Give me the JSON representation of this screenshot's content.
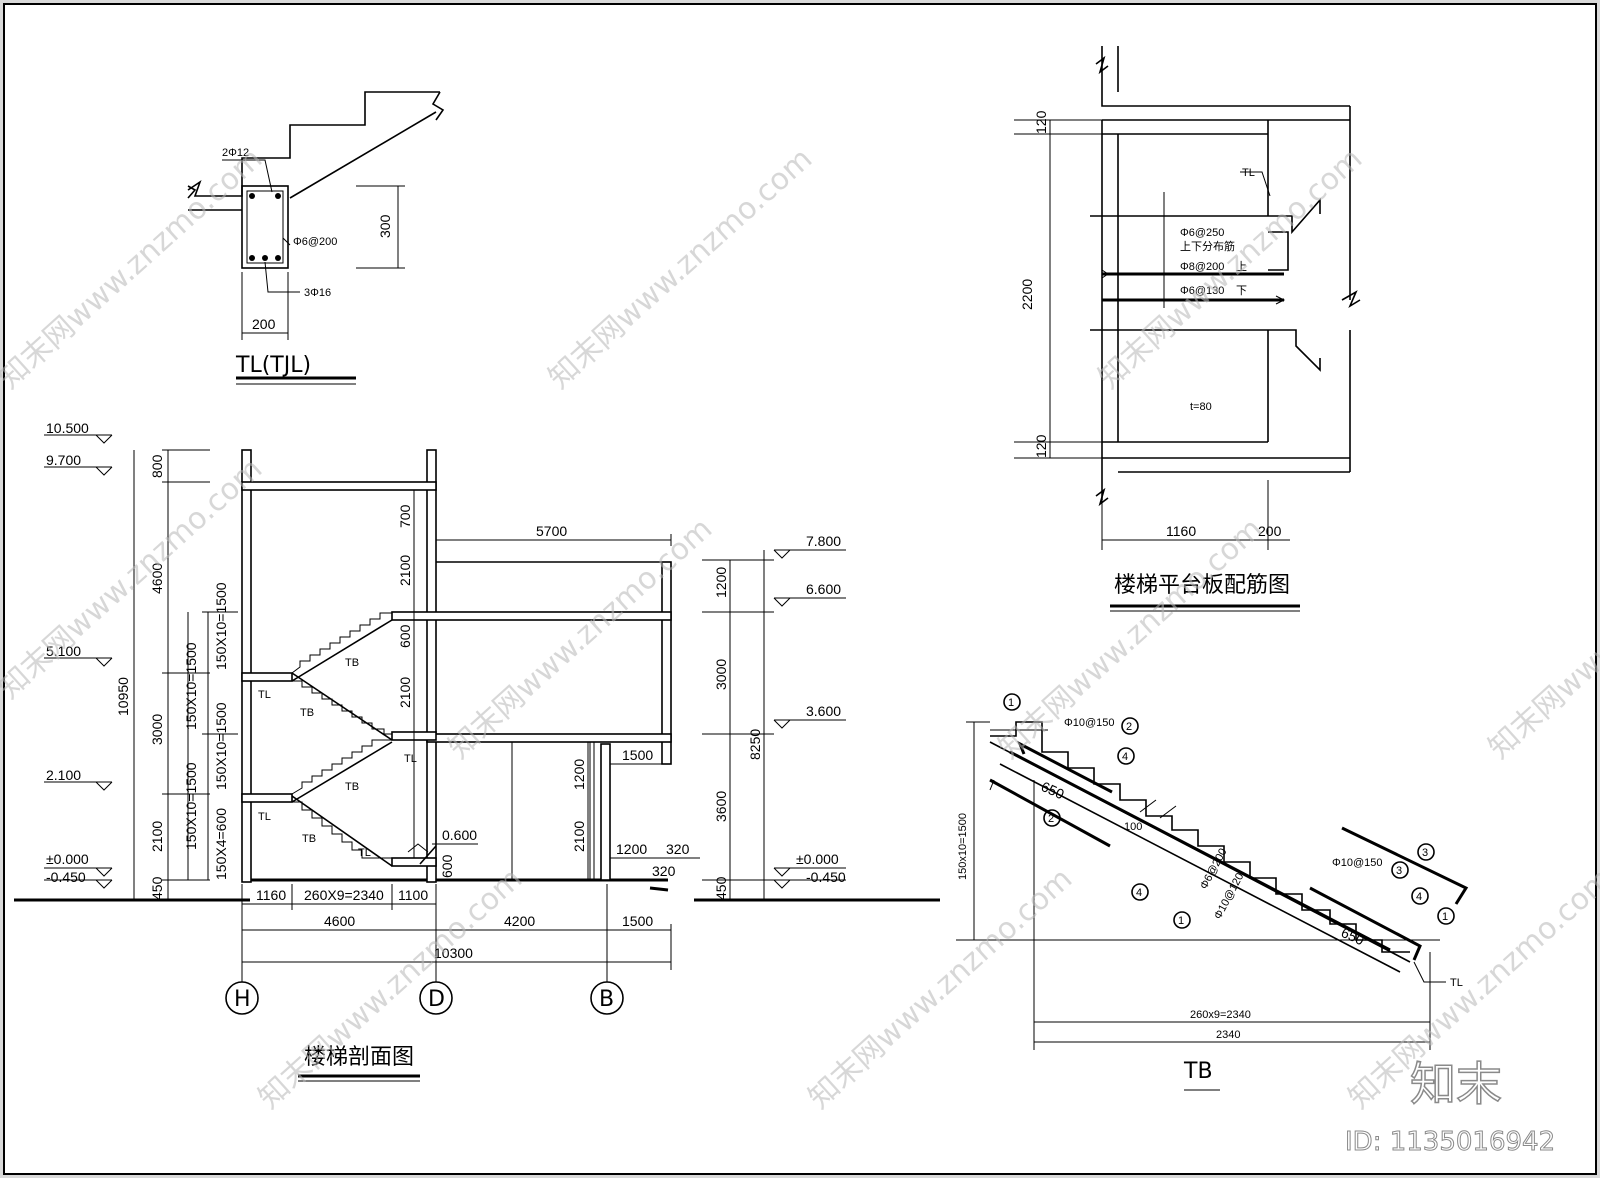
{
  "tl_detail": {
    "top_bar": "2Φ12",
    "stirrup": "Φ6@200",
    "bottom_bar": "3Φ16",
    "height": "300",
    "width": "200",
    "title": "TL(TJL)"
  },
  "section": {
    "title": "楼梯剖面图",
    "elevations_left": [
      "10.500",
      "9.700",
      "5.100",
      "2.100",
      "±0.000",
      "-0.450"
    ],
    "elevations_right": [
      "7.800",
      "6.600",
      "3.600",
      "±0.000",
      "-0.450"
    ],
    "dims_left_outer": [
      "800",
      "4600",
      "3000",
      "2100",
      "450"
    ],
    "total_height": "10950",
    "flight_dims": [
      "150X10=1500",
      "150X10=1500",
      "150X10=1500",
      "150X10=1500",
      "150X4=600"
    ],
    "inner_dims": [
      "700",
      "2100",
      "600",
      "2100",
      "600"
    ],
    "span_top": "5700",
    "right_dims": [
      "1200",
      "3000",
      "3600",
      "450"
    ],
    "right_total": "8250",
    "door_dims": [
      "1200",
      "2100"
    ],
    "canopy": "1500",
    "small_dims": [
      "1200",
      "320",
      "320"
    ],
    "level_0600": "0.600",
    "bottom_dims_1": [
      "1160",
      "260X9=2340",
      "1100"
    ],
    "bottom_dims_2": [
      "4600",
      "4200",
      "1500"
    ],
    "bottom_total": "10300",
    "axes": [
      "H",
      "D",
      "B"
    ],
    "labels": {
      "tb": "TB",
      "tl": "TL"
    }
  },
  "platform": {
    "title": "楼梯平台板配筋图",
    "tl_label": "TL",
    "rebar": [
      "Φ6@250",
      "上下分布筋",
      "Φ8@200",
      "上",
      "Φ6@130",
      "下"
    ],
    "thickness": "t=80",
    "height_dims": [
      "120",
      "2200",
      "120"
    ],
    "width_dims": [
      "1160",
      "200"
    ]
  },
  "tb_detail": {
    "title": "TB",
    "rebar_top": "Φ10@150",
    "rebar_mid": "Φ6@200",
    "rebar_bot": "Φ10@120",
    "rebar_end": "Φ10@150",
    "anchor": "650",
    "gap": "100",
    "height": "150x10=1500",
    "run": "260x9=2340",
    "total": "2340",
    "tl_label": "TL",
    "markers": [
      "1",
      "2",
      "3",
      "4"
    ]
  },
  "watermark": {
    "text": "知末网www.znzmo.com",
    "brand": "知末",
    "id": "ID: 1135016942"
  }
}
